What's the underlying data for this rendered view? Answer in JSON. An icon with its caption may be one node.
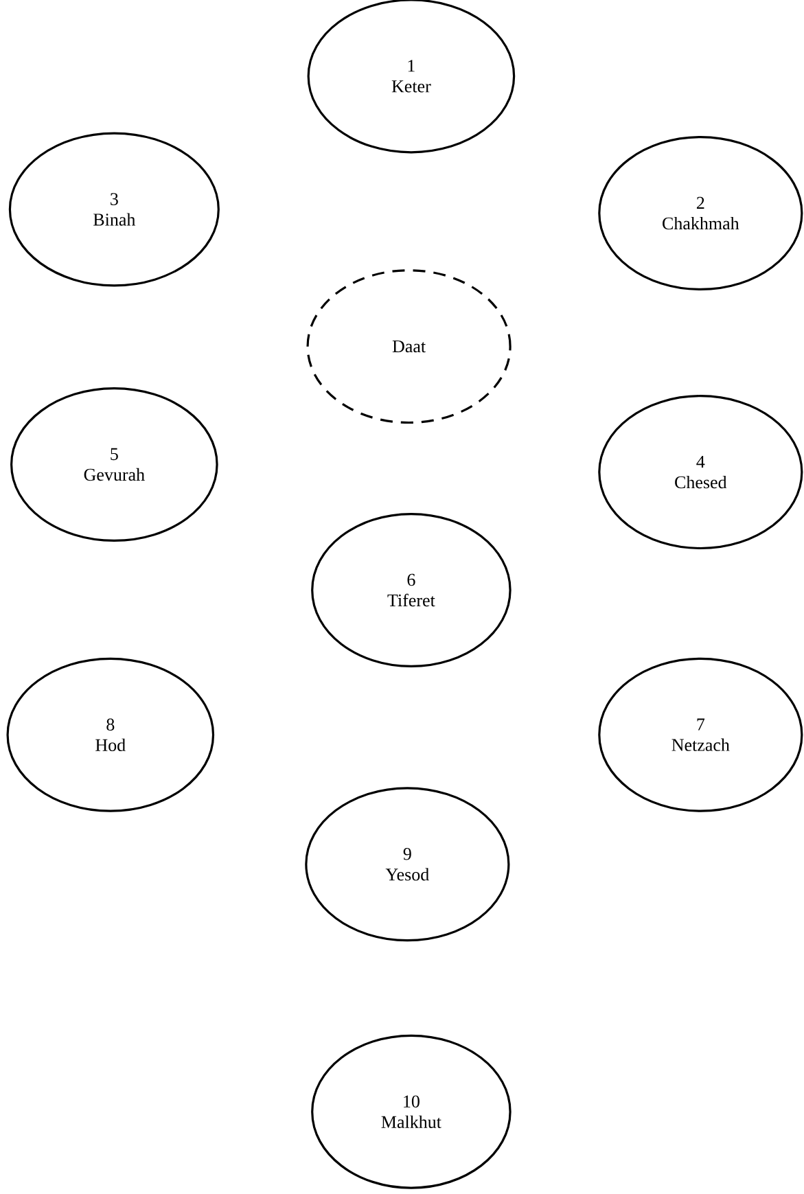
{
  "diagram": {
    "nodes": [
      {
        "text": [
          "1",
          "Keter"
        ]
      },
      {
        "text": [
          "3",
          "Binah"
        ]
      },
      {
        "text": [
          "2",
          "Chakhmah"
        ]
      },
      {
        "text": [
          "Daat"
        ]
      },
      {
        "text": [
          "5",
          "Gevurah"
        ]
      },
      {
        "text": [
          "4",
          "Chesed"
        ]
      },
      {
        "text": [
          "6",
          "Tiferet"
        ]
      },
      {
        "text": [
          "8",
          "Hod"
        ]
      },
      {
        "text": [
          "7",
          "Netzach"
        ]
      },
      {
        "text": [
          "9",
          "Yesod"
        ]
      },
      {
        "text": [
          "10",
          "Malkhut"
        ]
      }
    ]
  }
}
